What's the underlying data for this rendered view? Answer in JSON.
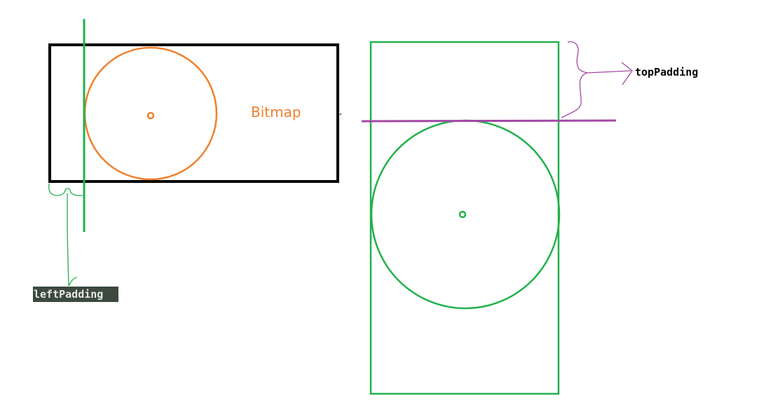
{
  "labels": {
    "bitmap": "Bitmap",
    "top_padding": "topPadding",
    "left_padding": "leftPadding"
  },
  "colors": {
    "orange": "#f0802c",
    "green": "#22b14c",
    "purple": "#a349a4",
    "black": "#000000",
    "left_label_bg": "#3c4a3f",
    "left_label_text": "#e6e6e6",
    "top_label_text": "#000000"
  }
}
